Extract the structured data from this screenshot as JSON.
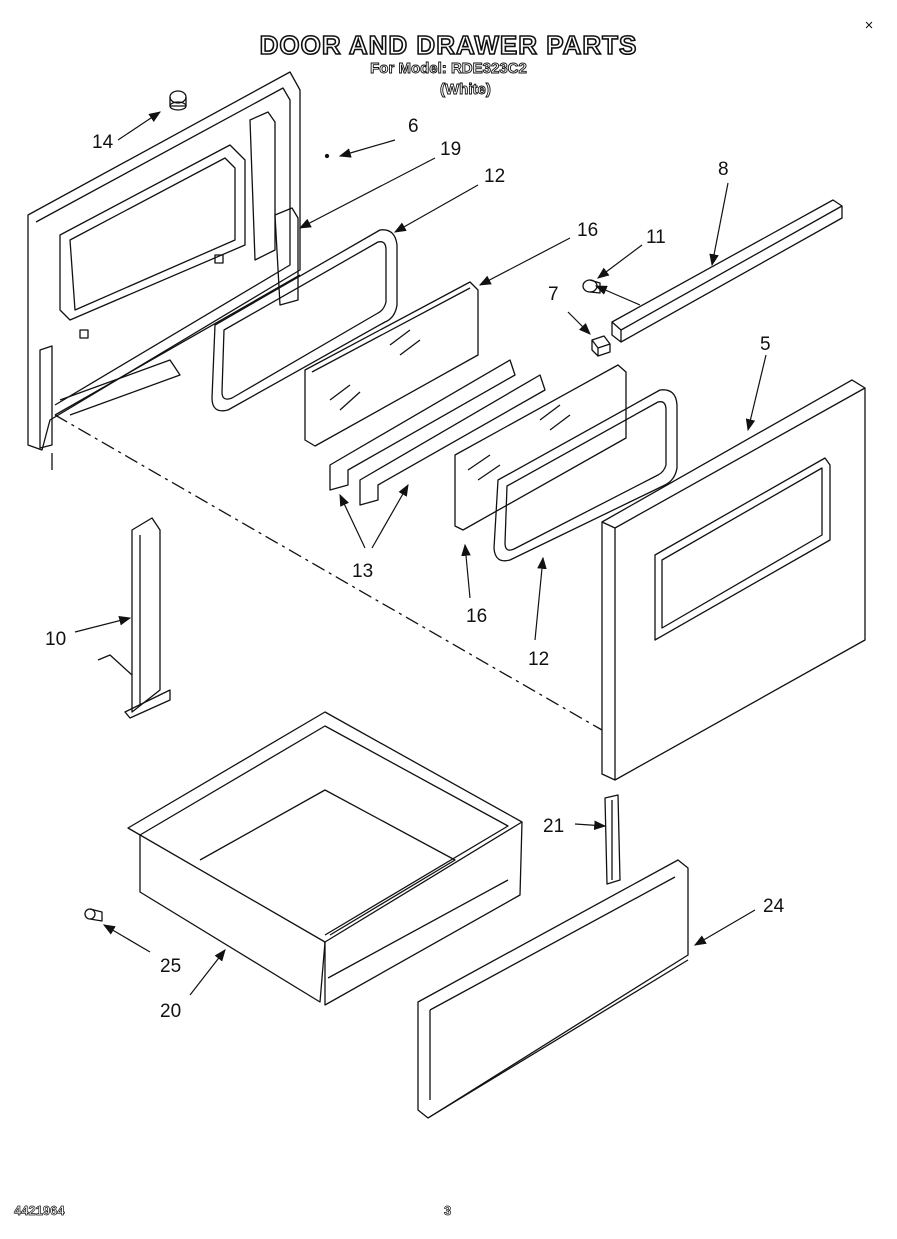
{
  "header": {
    "title": "DOOR AND DRAWER PARTS",
    "model_line": "For Model: RDE323C2",
    "color_line": "(White)"
  },
  "footer": {
    "doc_number": "4421964",
    "page_number": "3"
  },
  "callouts": {
    "c14": "14",
    "c6": "6",
    "c19": "19",
    "c12a": "12",
    "c16a": "16",
    "c8": "8",
    "c11": "11",
    "c7": "7",
    "c5": "5",
    "c13": "13",
    "c16b": "16",
    "c12b": "12",
    "c10": "10",
    "c21": "21",
    "c24": "24",
    "c25": "25",
    "c20": "20"
  }
}
